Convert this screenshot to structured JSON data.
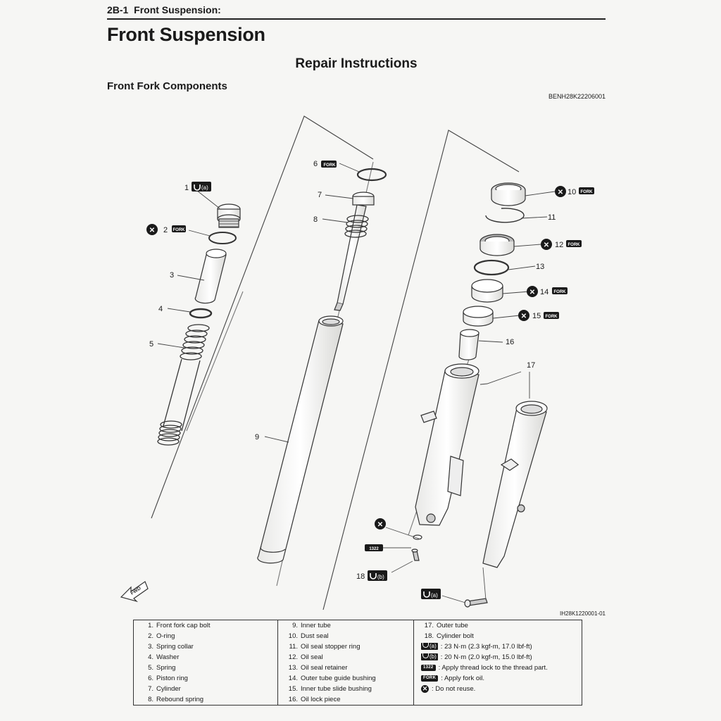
{
  "header": {
    "code": "2B-1",
    "section": "Front Suspension:"
  },
  "page_title": "Front Suspension",
  "section_title": "Repair Instructions",
  "sub_title": "Front Fork Components",
  "doc_code": "BENH28K22206001",
  "figure_code": "IH28K1220001-01",
  "diagram": {
    "callouts": [
      "1",
      "2",
      "3",
      "4",
      "5",
      "6",
      "7",
      "8",
      "9",
      "10",
      "11",
      "12",
      "13",
      "14",
      "15",
      "16",
      "17",
      "18"
    ],
    "torque_a_tag": "(a)",
    "torque_b_tag": "(b)",
    "fork_oil_badge": "FORK",
    "thread_lock_badge": "1322",
    "fwd_label": "FWD",
    "do_not_reuse_mark": "✕"
  },
  "legend": {
    "col1": [
      {
        "num": "1.",
        "text": "Front fork cap bolt"
      },
      {
        "num": "2.",
        "text": "O-ring"
      },
      {
        "num": "3.",
        "text": "Spring collar"
      },
      {
        "num": "4.",
        "text": "Washer"
      },
      {
        "num": "5.",
        "text": "Spring"
      },
      {
        "num": "6.",
        "text": "Piston ring"
      },
      {
        "num": "7.",
        "text": "Cylinder"
      },
      {
        "num": "8.",
        "text": "Rebound spring"
      }
    ],
    "col2": [
      {
        "num": "9.",
        "text": "Inner tube"
      },
      {
        "num": "10.",
        "text": "Dust seal"
      },
      {
        "num": "11.",
        "text": "Oil seal stopper ring"
      },
      {
        "num": "12.",
        "text": "Oil seal"
      },
      {
        "num": "13.",
        "text": "Oil seal retainer"
      },
      {
        "num": "14.",
        "text": "Outer tube guide bushing"
      },
      {
        "num": "15.",
        "text": "Inner tube slide bushing"
      },
      {
        "num": "16.",
        "text": "Oil lock piece"
      }
    ],
    "col3": [
      {
        "num": "17.",
        "text": "Outer tube"
      },
      {
        "num": "18.",
        "text": "Cylinder bolt"
      },
      {
        "sym": "(a)",
        "text": "23 N·m (2.3 kgf-m, 17.0 lbf-ft)"
      },
      {
        "sym": "(b)",
        "text": "20 N·m (2.0 kgf-m, 15.0 lbf-ft)"
      },
      {
        "sym": "1322",
        "text": "Apply thread lock to the thread part."
      },
      {
        "sym": "FORK",
        "text": "Apply fork oil."
      },
      {
        "sym": "✕",
        "text": "Do not reuse."
      }
    ]
  },
  "colors": {
    "ink": "#1a1a1a",
    "paper": "#f6f6f4"
  }
}
